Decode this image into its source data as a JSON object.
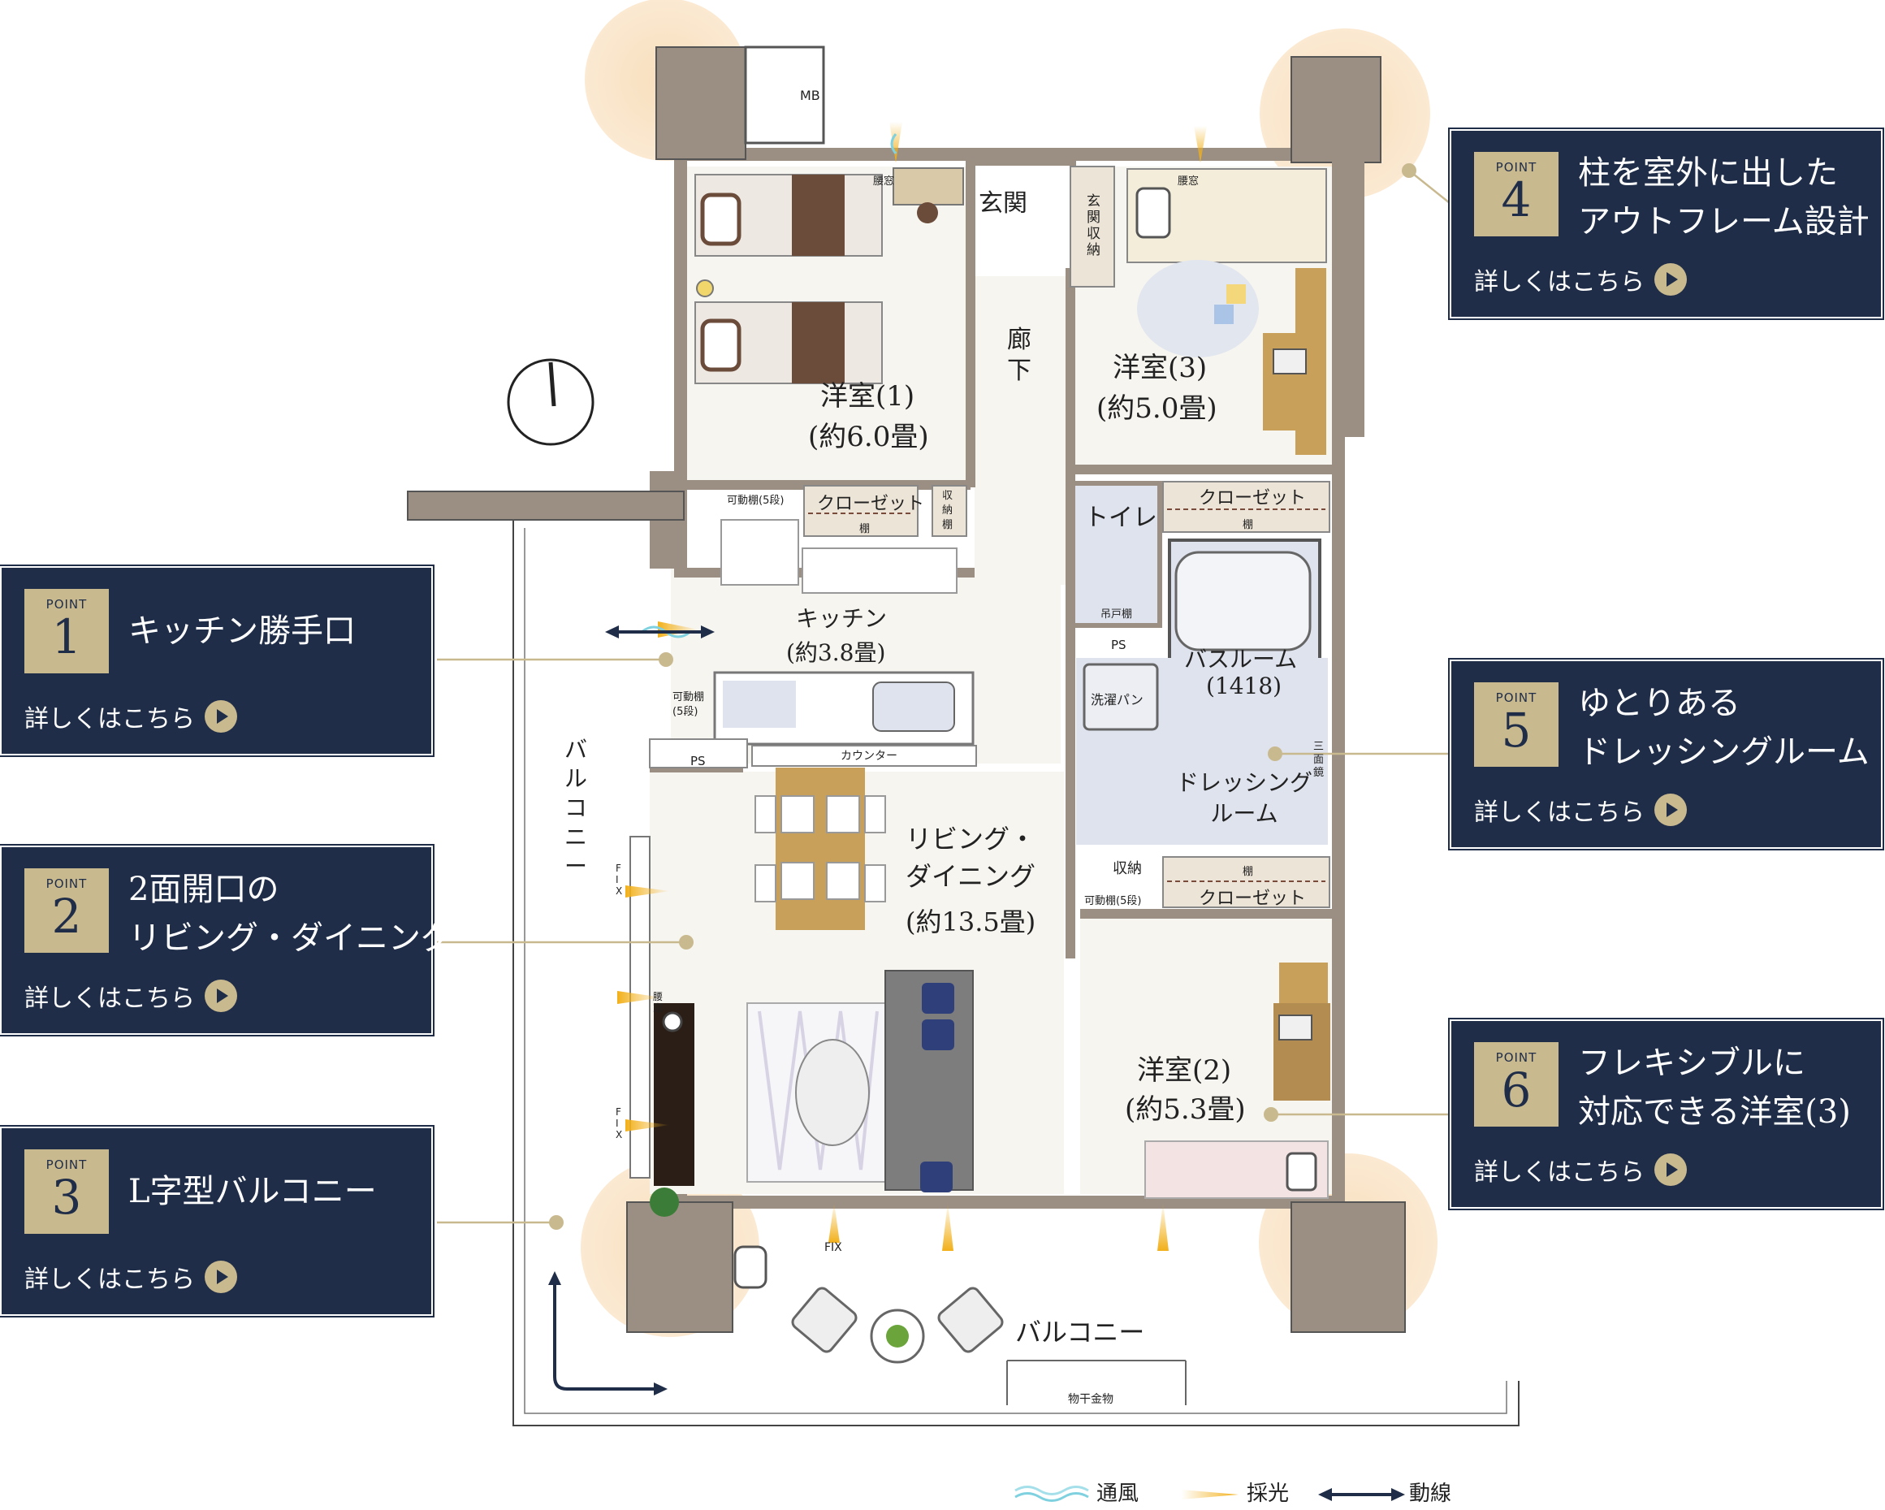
{
  "rooms": {
    "room1": {
      "name": "洋室(1)",
      "size": "(約6.0畳)"
    },
    "room2": {
      "name": "洋室(2)",
      "size": "(約5.3畳)"
    },
    "room3": {
      "name": "洋室(3)",
      "size": "(約5.0畳)"
    },
    "kitchen": {
      "name": "キッチン",
      "size": "(約3.8畳)"
    },
    "living": {
      "name": "リビング・\nダイニング",
      "size": "(約13.5畳)"
    },
    "entrance": "玄関",
    "hallway": "廊\n下",
    "toilet": "トイレ",
    "bath": {
      "name": "バスルーム",
      "size": "(1418)"
    },
    "dressing": "ドレッシング\nルーム",
    "balcony_side": "バ\nル\nコ\nニ\nー",
    "balcony_bottom": "バルコニー"
  },
  "small_labels": {
    "mb": "MB",
    "waist_window_1": "腰窓",
    "waist_window_3": "腰窓",
    "entrance_storage": "玄\n関\n収\n納",
    "shelf_5_a": "可動棚(5段)",
    "shelf_5_b": "可動棚\n(5段)",
    "shelf_5_c": "可動棚(5段)",
    "closet_1": "クローゼット",
    "closet_3": "クローゼット",
    "closet_2": "クローゼット",
    "shelf_1": "棚",
    "shelf_3": "棚",
    "shelf_2": "棚",
    "storage_small": "収\n納\n棚",
    "storage_wash": "収納",
    "ps_1": "PS",
    "ps_2": "PS",
    "counter": "カウンター",
    "hanging_shelf": "吊戸棚",
    "washing_pan": "洗濯パン",
    "mirror": "三\n面\n鏡",
    "fix_1": "F\nI\nX",
    "fix_2": "F\nI\nX",
    "fix_bottom": "FIX",
    "waist_window_ld": "腰\n窓",
    "clothes_hanger": "物干金物"
  },
  "points": [
    {
      "label": "POINT",
      "num": "1",
      "title": "キッチン勝手口",
      "more": "詳しくはこちら"
    },
    {
      "label": "POINT",
      "num": "2",
      "title": "2面開口の\nリビング・ダイニング",
      "more": "詳しくはこちら"
    },
    {
      "label": "POINT",
      "num": "3",
      "title": "L字型バルコニー",
      "more": "詳しくはこちら"
    },
    {
      "label": "POINT",
      "num": "4",
      "title": "柱を室外に出した\nアウトフレーム設計",
      "more": "詳しくはこちら"
    },
    {
      "label": "POINT",
      "num": "5",
      "title": "ゆとりある\nドレッシングルーム",
      "more": "詳しくはこちら"
    },
    {
      "label": "POINT",
      "num": "6",
      "title": "フレキシブルに\n対応できる洋室(3)",
      "more": "詳しくはこちら"
    }
  ],
  "legend": {
    "ventilation": "通風",
    "lighting": "採光",
    "circulation": "動線"
  },
  "colors": {
    "navy": "#1f2d48",
    "gold": "#c9b98f",
    "floor": "#f7f5f0",
    "wet": "#dfe3ee",
    "highlight": "#f8e3c6",
    "pillar": "#9b8f83"
  }
}
